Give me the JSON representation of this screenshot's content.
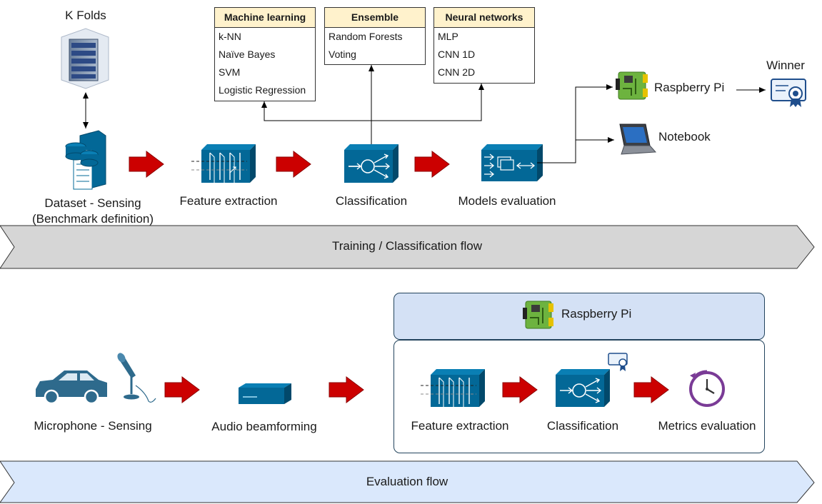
{
  "training": {
    "kfolds_label": "K Folds",
    "dataset_label_line1": "Dataset - Sensing",
    "dataset_label_line2": "(Benchmark definition)",
    "feature_label": "Feature extraction",
    "classification_label": "Classification",
    "models_eval_label": "Models evaluation",
    "raspberry_label": "Raspberry Pi",
    "notebook_label": "Notebook",
    "winner_label": "Winner",
    "flow_label": "Training / Classification flow"
  },
  "categories": {
    "ml": {
      "title": "Machine learning",
      "items": [
        "k-NN",
        "Naïve Bayes",
        "SVM",
        "Logistic Regression"
      ]
    },
    "ensemble": {
      "title": "Ensemble",
      "items": [
        "Random Forests",
        "Voting"
      ]
    },
    "nn": {
      "title": "Neural networks",
      "items": [
        "MLP",
        "CNN 1D",
        "CNN 2D"
      ]
    }
  },
  "evaluation": {
    "microphone_label": "Microphone - Sensing",
    "beamforming_label": "Audio beamforming",
    "raspberry_label": "Raspberry Pi",
    "feature_label": "Feature extraction",
    "classification_label": "Classification",
    "metrics_label": "Metrics evaluation",
    "flow_label": "Evaluation flow"
  },
  "colors": {
    "device_blue": "#036897",
    "flow_red": "#cc0000",
    "training_flow": "#d6d6d6",
    "evaluation_flow": "#dae8fc",
    "header_yellow": "#fff2cc",
    "pi_green": "#6db33f"
  }
}
